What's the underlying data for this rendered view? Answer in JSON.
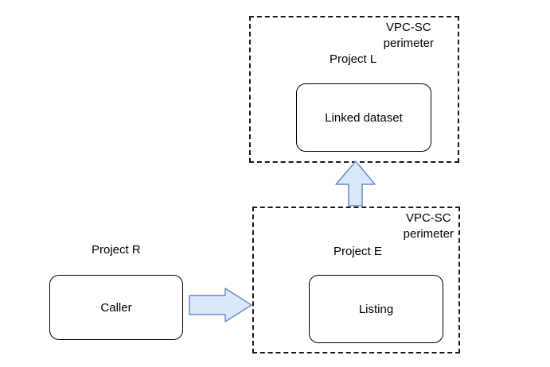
{
  "diagram": {
    "background": "#ffffff",
    "colors": {
      "arrow_fill": "#dae8fc",
      "arrow_stroke": "#6c8ebf",
      "box_border": "#000000",
      "text": "#000000"
    },
    "perimeter_top": {
      "label_line1": "VPC-SC",
      "label_line2": "perimeter",
      "project_label": "Project L",
      "node_label": "Linked dataset"
    },
    "perimeter_bottom": {
      "label_line1": "VPC-SC",
      "label_line2": "perimeter",
      "project_label": "Project E",
      "node_label": "Listing"
    },
    "caller_group": {
      "project_label": "Project R",
      "node_label": "Caller"
    }
  }
}
